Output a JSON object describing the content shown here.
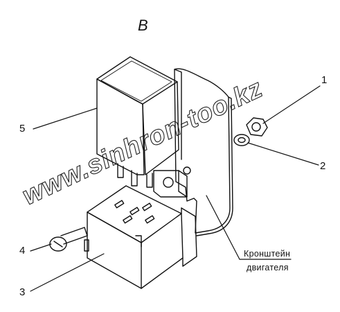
{
  "view_label": "В",
  "watermark": "www.sinhron-too.kz",
  "callouts": {
    "n1": "1",
    "n2": "2",
    "n3": "3",
    "n4": "4",
    "n5": "5"
  },
  "caption": {
    "line1": "Кронштейн",
    "line2": "двигателя"
  },
  "colors": {
    "line": "#111111",
    "background": "#ffffff"
  }
}
